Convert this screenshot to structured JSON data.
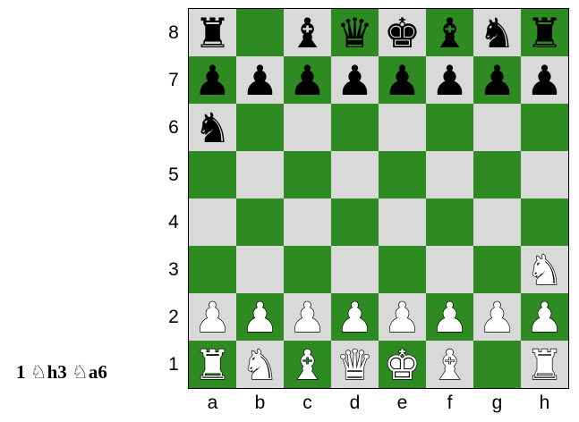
{
  "colors": {
    "light_square": "#d9d9d9",
    "dark_square": "#2e8b22"
  },
  "ranks": [
    "8",
    "7",
    "6",
    "5",
    "4",
    "3",
    "2",
    "1"
  ],
  "files": [
    "a",
    "b",
    "c",
    "d",
    "e",
    "f",
    "g",
    "h"
  ],
  "board": [
    [
      {
        "p": "♜",
        "c": "black",
        "n": "rook"
      },
      {
        "p": "",
        "c": "",
        "n": ""
      },
      {
        "p": "♝",
        "c": "black",
        "n": "bishop"
      },
      {
        "p": "♛",
        "c": "black",
        "n": "queen"
      },
      {
        "p": "♚",
        "c": "black",
        "n": "king"
      },
      {
        "p": "♝",
        "c": "black",
        "n": "bishop"
      },
      {
        "p": "♞",
        "c": "black",
        "n": "knight"
      },
      {
        "p": "♜",
        "c": "black",
        "n": "rook"
      }
    ],
    [
      {
        "p": "♟",
        "c": "black",
        "n": "pawn"
      },
      {
        "p": "♟",
        "c": "black",
        "n": "pawn"
      },
      {
        "p": "♟",
        "c": "black",
        "n": "pawn"
      },
      {
        "p": "♟",
        "c": "black",
        "n": "pawn"
      },
      {
        "p": "♟",
        "c": "black",
        "n": "pawn"
      },
      {
        "p": "♟",
        "c": "black",
        "n": "pawn"
      },
      {
        "p": "♟",
        "c": "black",
        "n": "pawn"
      },
      {
        "p": "♟",
        "c": "black",
        "n": "pawn"
      }
    ],
    [
      {
        "p": "♞",
        "c": "black",
        "n": "knight"
      },
      {
        "p": "",
        "c": "",
        "n": ""
      },
      {
        "p": "",
        "c": "",
        "n": ""
      },
      {
        "p": "",
        "c": "",
        "n": ""
      },
      {
        "p": "",
        "c": "",
        "n": ""
      },
      {
        "p": "",
        "c": "",
        "n": ""
      },
      {
        "p": "",
        "c": "",
        "n": ""
      },
      {
        "p": "",
        "c": "",
        "n": ""
      }
    ],
    [
      {
        "p": "",
        "c": "",
        "n": ""
      },
      {
        "p": "",
        "c": "",
        "n": ""
      },
      {
        "p": "",
        "c": "",
        "n": ""
      },
      {
        "p": "",
        "c": "",
        "n": ""
      },
      {
        "p": "",
        "c": "",
        "n": ""
      },
      {
        "p": "",
        "c": "",
        "n": ""
      },
      {
        "p": "",
        "c": "",
        "n": ""
      },
      {
        "p": "",
        "c": "",
        "n": ""
      }
    ],
    [
      {
        "p": "",
        "c": "",
        "n": ""
      },
      {
        "p": "",
        "c": "",
        "n": ""
      },
      {
        "p": "",
        "c": "",
        "n": ""
      },
      {
        "p": "",
        "c": "",
        "n": ""
      },
      {
        "p": "",
        "c": "",
        "n": ""
      },
      {
        "p": "",
        "c": "",
        "n": ""
      },
      {
        "p": "",
        "c": "",
        "n": ""
      },
      {
        "p": "",
        "c": "",
        "n": ""
      }
    ],
    [
      {
        "p": "",
        "c": "",
        "n": ""
      },
      {
        "p": "",
        "c": "",
        "n": ""
      },
      {
        "p": "",
        "c": "",
        "n": ""
      },
      {
        "p": "",
        "c": "",
        "n": ""
      },
      {
        "p": "",
        "c": "",
        "n": ""
      },
      {
        "p": "",
        "c": "",
        "n": ""
      },
      {
        "p": "",
        "c": "",
        "n": ""
      },
      {
        "p": "♞",
        "c": "white",
        "n": "knight"
      }
    ],
    [
      {
        "p": "♟",
        "c": "white",
        "n": "pawn"
      },
      {
        "p": "♟",
        "c": "white",
        "n": "pawn"
      },
      {
        "p": "♟",
        "c": "white",
        "n": "pawn"
      },
      {
        "p": "♟",
        "c": "white",
        "n": "pawn"
      },
      {
        "p": "♟",
        "c": "white",
        "n": "pawn"
      },
      {
        "p": "♟",
        "c": "white",
        "n": "pawn"
      },
      {
        "p": "♟",
        "c": "white",
        "n": "pawn"
      },
      {
        "p": "♟",
        "c": "white",
        "n": "pawn"
      }
    ],
    [
      {
        "p": "♜",
        "c": "white",
        "n": "rook"
      },
      {
        "p": "♞",
        "c": "white",
        "n": "knight"
      },
      {
        "p": "♝",
        "c": "white",
        "n": "bishop"
      },
      {
        "p": "♛",
        "c": "white",
        "n": "queen"
      },
      {
        "p": "♚",
        "c": "white",
        "n": "king"
      },
      {
        "p": "♝",
        "c": "white",
        "n": "bishop"
      },
      {
        "p": "",
        "c": "",
        "n": ""
      },
      {
        "p": "♜",
        "c": "white",
        "n": "rook"
      }
    ]
  ],
  "moves": {
    "number": "1",
    "white_symbol": "♘",
    "white_square": "h3",
    "black_symbol": "♘",
    "black_square": "a6"
  }
}
